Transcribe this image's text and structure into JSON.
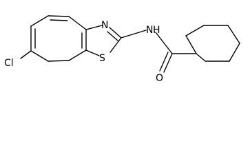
{
  "molecule": {
    "atoms": {
      "nitrogen_ring": "N",
      "nitrogen_amide": "N",
      "amide_h": "H",
      "sulfur": "S",
      "oxygen": "O",
      "chlorine": "Cl"
    }
  }
}
